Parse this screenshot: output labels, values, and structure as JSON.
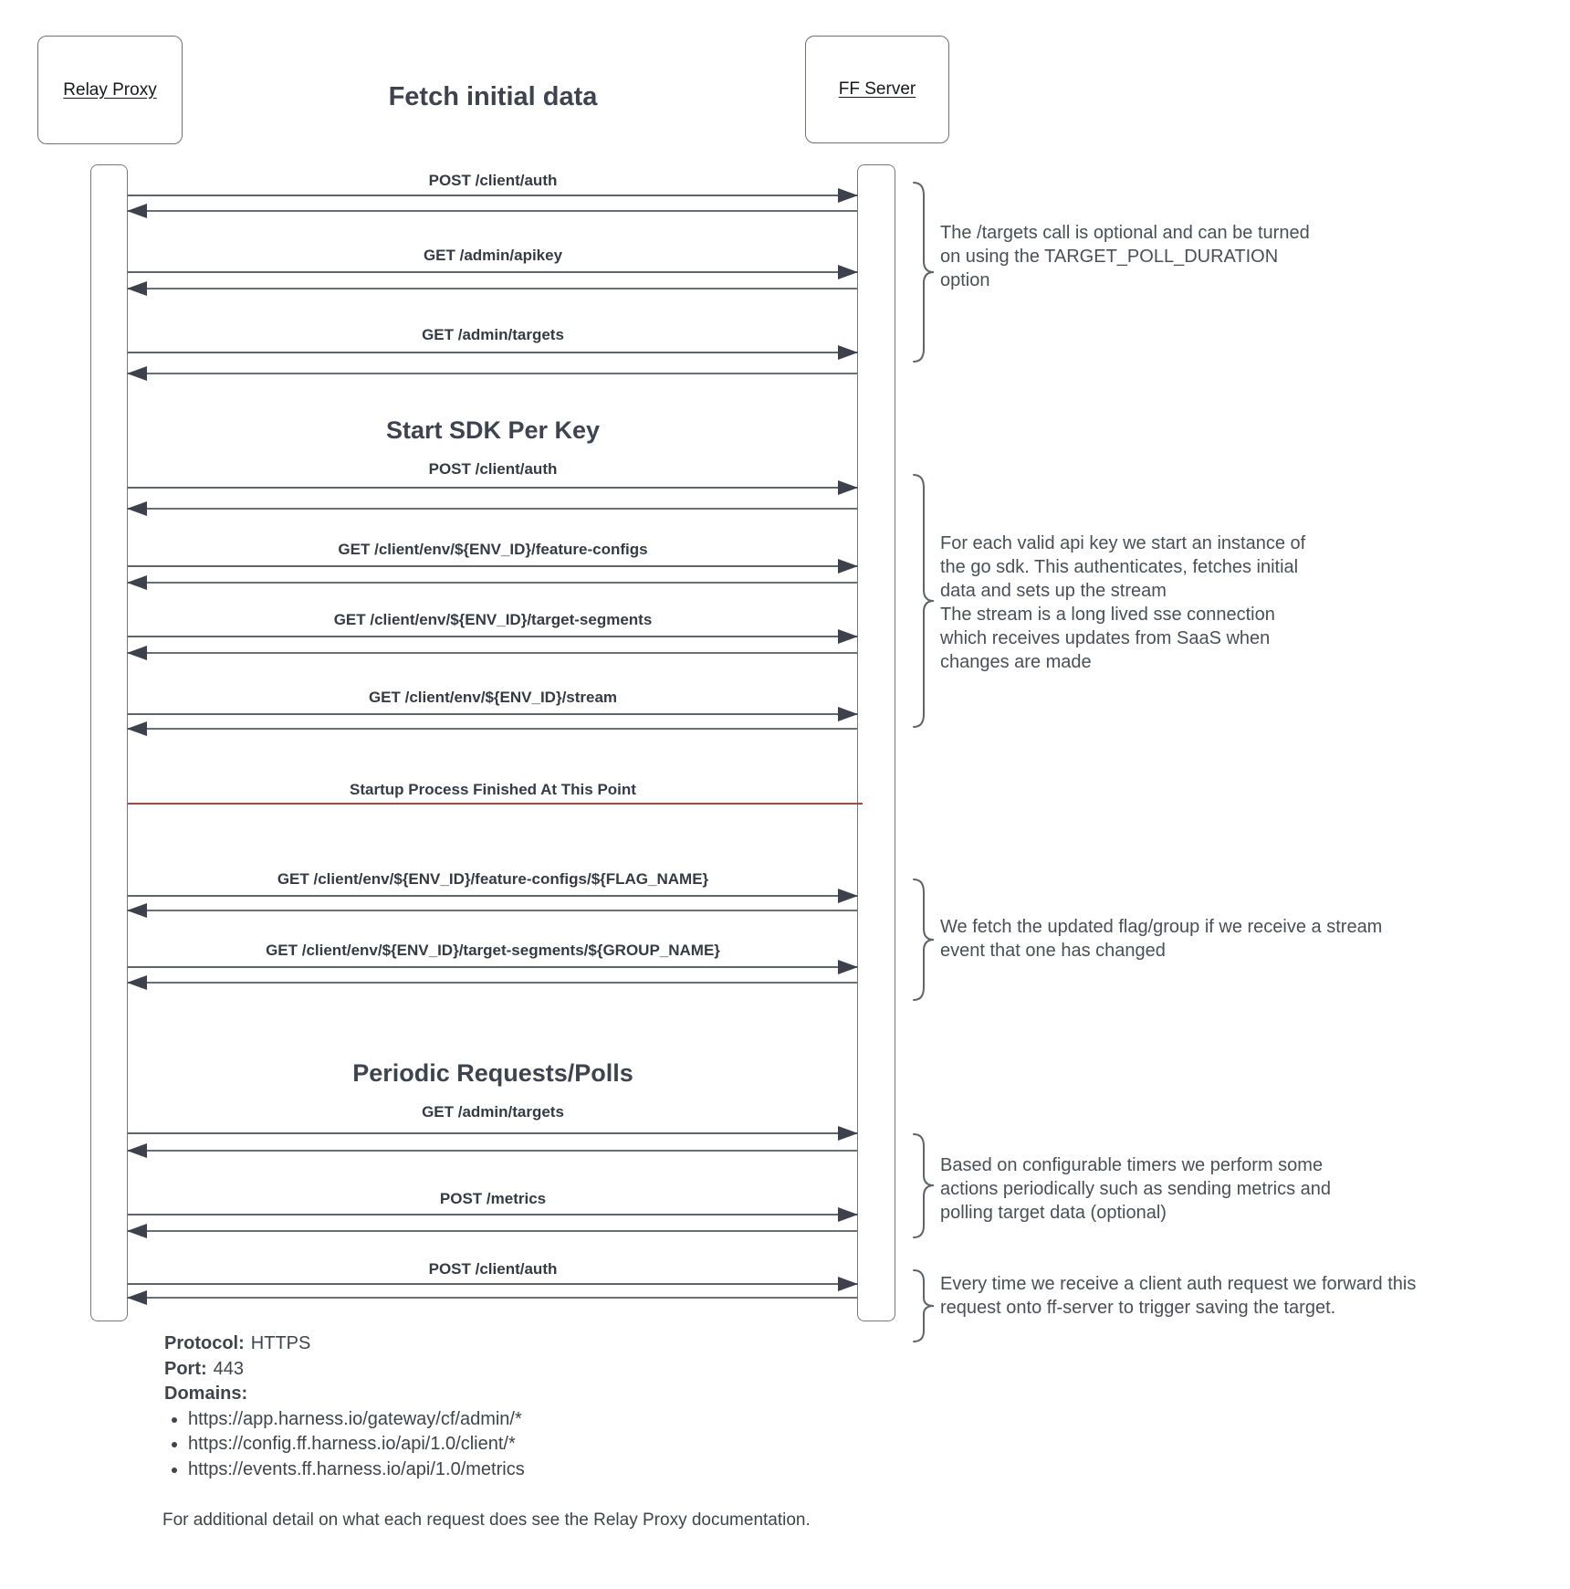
{
  "title": "Fetch initial data",
  "actors": {
    "left": "Relay Proxy",
    "right": "FF Server"
  },
  "sections": {
    "start_sdk": "Start SDK Per Key",
    "periodic": "Periodic Requests/Polls"
  },
  "messages": [
    {
      "label": "POST /client/auth"
    },
    {
      "label": "GET /admin/apikey"
    },
    {
      "label": "GET /admin/targets"
    },
    {
      "label": "POST /client/auth"
    },
    {
      "label": "GET /client/env/${ENV_ID}/feature-configs"
    },
    {
      "label": "GET /client/env/${ENV_ID}/target-segments"
    },
    {
      "label": "GET /client/env/${ENV_ID}/stream"
    },
    {
      "label": "GET /client/env/${ENV_ID}/feature-configs/${FLAG_NAME}"
    },
    {
      "label": "GET /client/env/${ENV_ID}/target-segments/${GROUP_NAME}"
    },
    {
      "label": "GET /admin/targets"
    },
    {
      "label": "POST /metrics"
    },
    {
      "label": "POST /client/auth"
    }
  ],
  "separator": {
    "label": "Startup Process Finished At This Point",
    "color": "#b0413e"
  },
  "annotations": [
    {
      "text": "The /targets call is optional and can be turned\non using the TARGET_POLL_DURATION\noption"
    },
    {
      "text": "For each valid api key we start an instance of\nthe go sdk. This authenticates, fetches initial\ndata and sets up the stream\nThe stream is a long lived sse connection\nwhich receives updates from SaaS when\nchanges are made"
    },
    {
      "text": "We fetch the updated flag/group if we receive a stream\nevent that one has changed"
    },
    {
      "text": "Based on configurable timers we perform some\nactions periodically such as sending metrics and\npolling target data (optional)"
    },
    {
      "text": "Every time we receive a client auth request we forward this\nrequest onto ff-server to trigger saving the target."
    }
  ],
  "footer": {
    "protocol_label": "Protocol:",
    "protocol_value": "HTTPS",
    "port_label": "Port:",
    "port_value": "443",
    "domains_label": "Domains:",
    "domains": [
      "https://app.harness.io/gateway/cf/admin/*",
      "https://config.ff.harness.io/api/1.0/client/*",
      "https://events.ff.harness.io/api/1.0/metrics"
    ],
    "note": "For additional detail on what each request does see the Relay Proxy documentation."
  },
  "colors": {
    "accent_red": "#b0413e",
    "line": "#5f646b",
    "ink": "#3c414b"
  }
}
